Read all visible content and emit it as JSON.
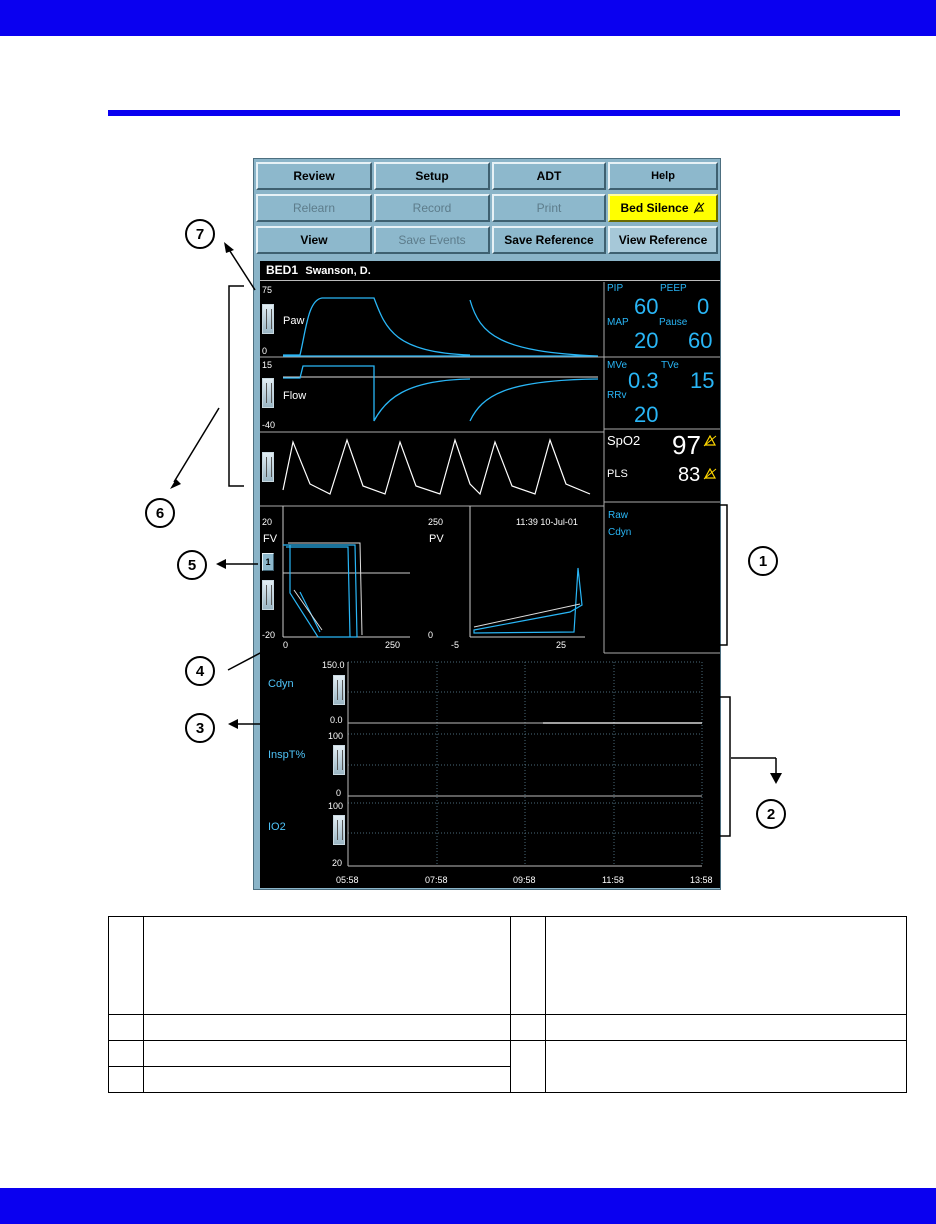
{
  "buttons": {
    "review": "Review",
    "setup": "Setup",
    "adt": "ADT",
    "help": "Help",
    "relearn": "Relearn",
    "record": "Record",
    "print": "Print",
    "bed_silence": "Bed Silence",
    "view": "View",
    "save_events": "Save Events",
    "save_reference": "Save Reference",
    "view_reference": "View Reference"
  },
  "patient": {
    "bed": "BED1",
    "name": "Swanson, D."
  },
  "waves": {
    "paw": {
      "label": "Paw",
      "max": "75",
      "min": "0"
    },
    "flow": {
      "label": "Flow",
      "max": "15",
      "min": "-40"
    }
  },
  "params": {
    "pip_label": "PIP",
    "pip": "60",
    "peep_label": "PEEP",
    "peep": "0",
    "map_label": "MAP",
    "map": "20",
    "pause_label": "Pause",
    "pause": "60",
    "mve_label": "MVe",
    "mve": "0.3",
    "tve_label": "TVe",
    "tve": "15",
    "rrv_label": "RRv",
    "rrv": "20",
    "spo2_label": "SpO2",
    "spo2": "97",
    "pls_label": "PLS",
    "pls": "83"
  },
  "loops": {
    "fv": {
      "label": "FV",
      "ymax": "20",
      "ymin": "-20",
      "xmin": "0",
      "xmax": "250",
      "ref_button": "1"
    },
    "pv": {
      "label": "PV",
      "ymax": "250",
      "ymin": "0",
      "xmin": "-5",
      "xmax": "25",
      "timestamp": "11:39  10-Jul-01"
    }
  },
  "lists": {
    "items": [
      "Raw",
      "Cdyn"
    ]
  },
  "trends": {
    "cdyn": {
      "label": "Cdyn",
      "max": "150.0",
      "min": "0.0"
    },
    "inspt": {
      "label": "InspT%",
      "max": "100",
      "min": "0"
    },
    "io2": {
      "label": "IO2",
      "max": "100",
      "min": "20"
    },
    "times": [
      "05:58",
      "07:58",
      "09:58",
      "11:58",
      "13:58"
    ]
  },
  "callouts": [
    "1",
    "2",
    "3",
    "4",
    "5",
    "6",
    "7"
  ],
  "colors": {
    "page_bar": "#0a00f0",
    "screen_bg": "#000000",
    "param_text": "#29b6f6",
    "silence": "#ffff00"
  }
}
